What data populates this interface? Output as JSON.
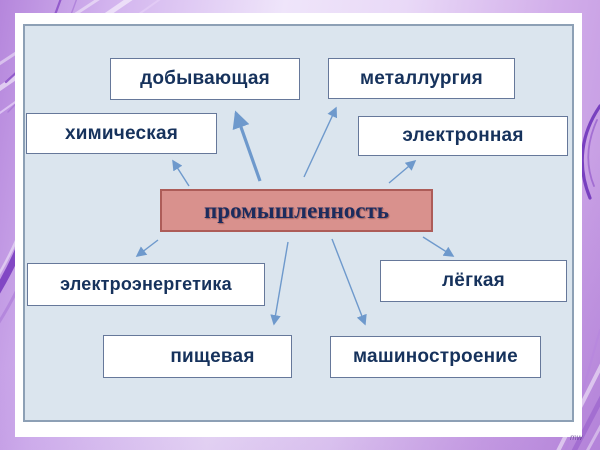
{
  "slide": {
    "center": {
      "label": "промышленность"
    },
    "nodes": [
      {
        "label": "добывающая"
      },
      {
        "label": "металлургия"
      },
      {
        "label": "химическая"
      },
      {
        "label": "электронная"
      },
      {
        "label": "электроэнергетика"
      },
      {
        "label": "лёгкая"
      },
      {
        "label": "пищевая"
      },
      {
        "label": "машиностроение"
      }
    ],
    "watermark": "mw"
  },
  "colors": {
    "background_accent": "#b183dd",
    "background_swirl": "#6a2fb8",
    "panel_background": "#dbe5ee",
    "panel_border": "#8da0b5",
    "node_background": "#ffffff",
    "node_border": "#66789a",
    "node_text": "#16325c",
    "center_fill": "#d9918d",
    "center_border": "#ad5c58",
    "center_text": "#1c2c5e",
    "arrow": "#6e99cc"
  }
}
